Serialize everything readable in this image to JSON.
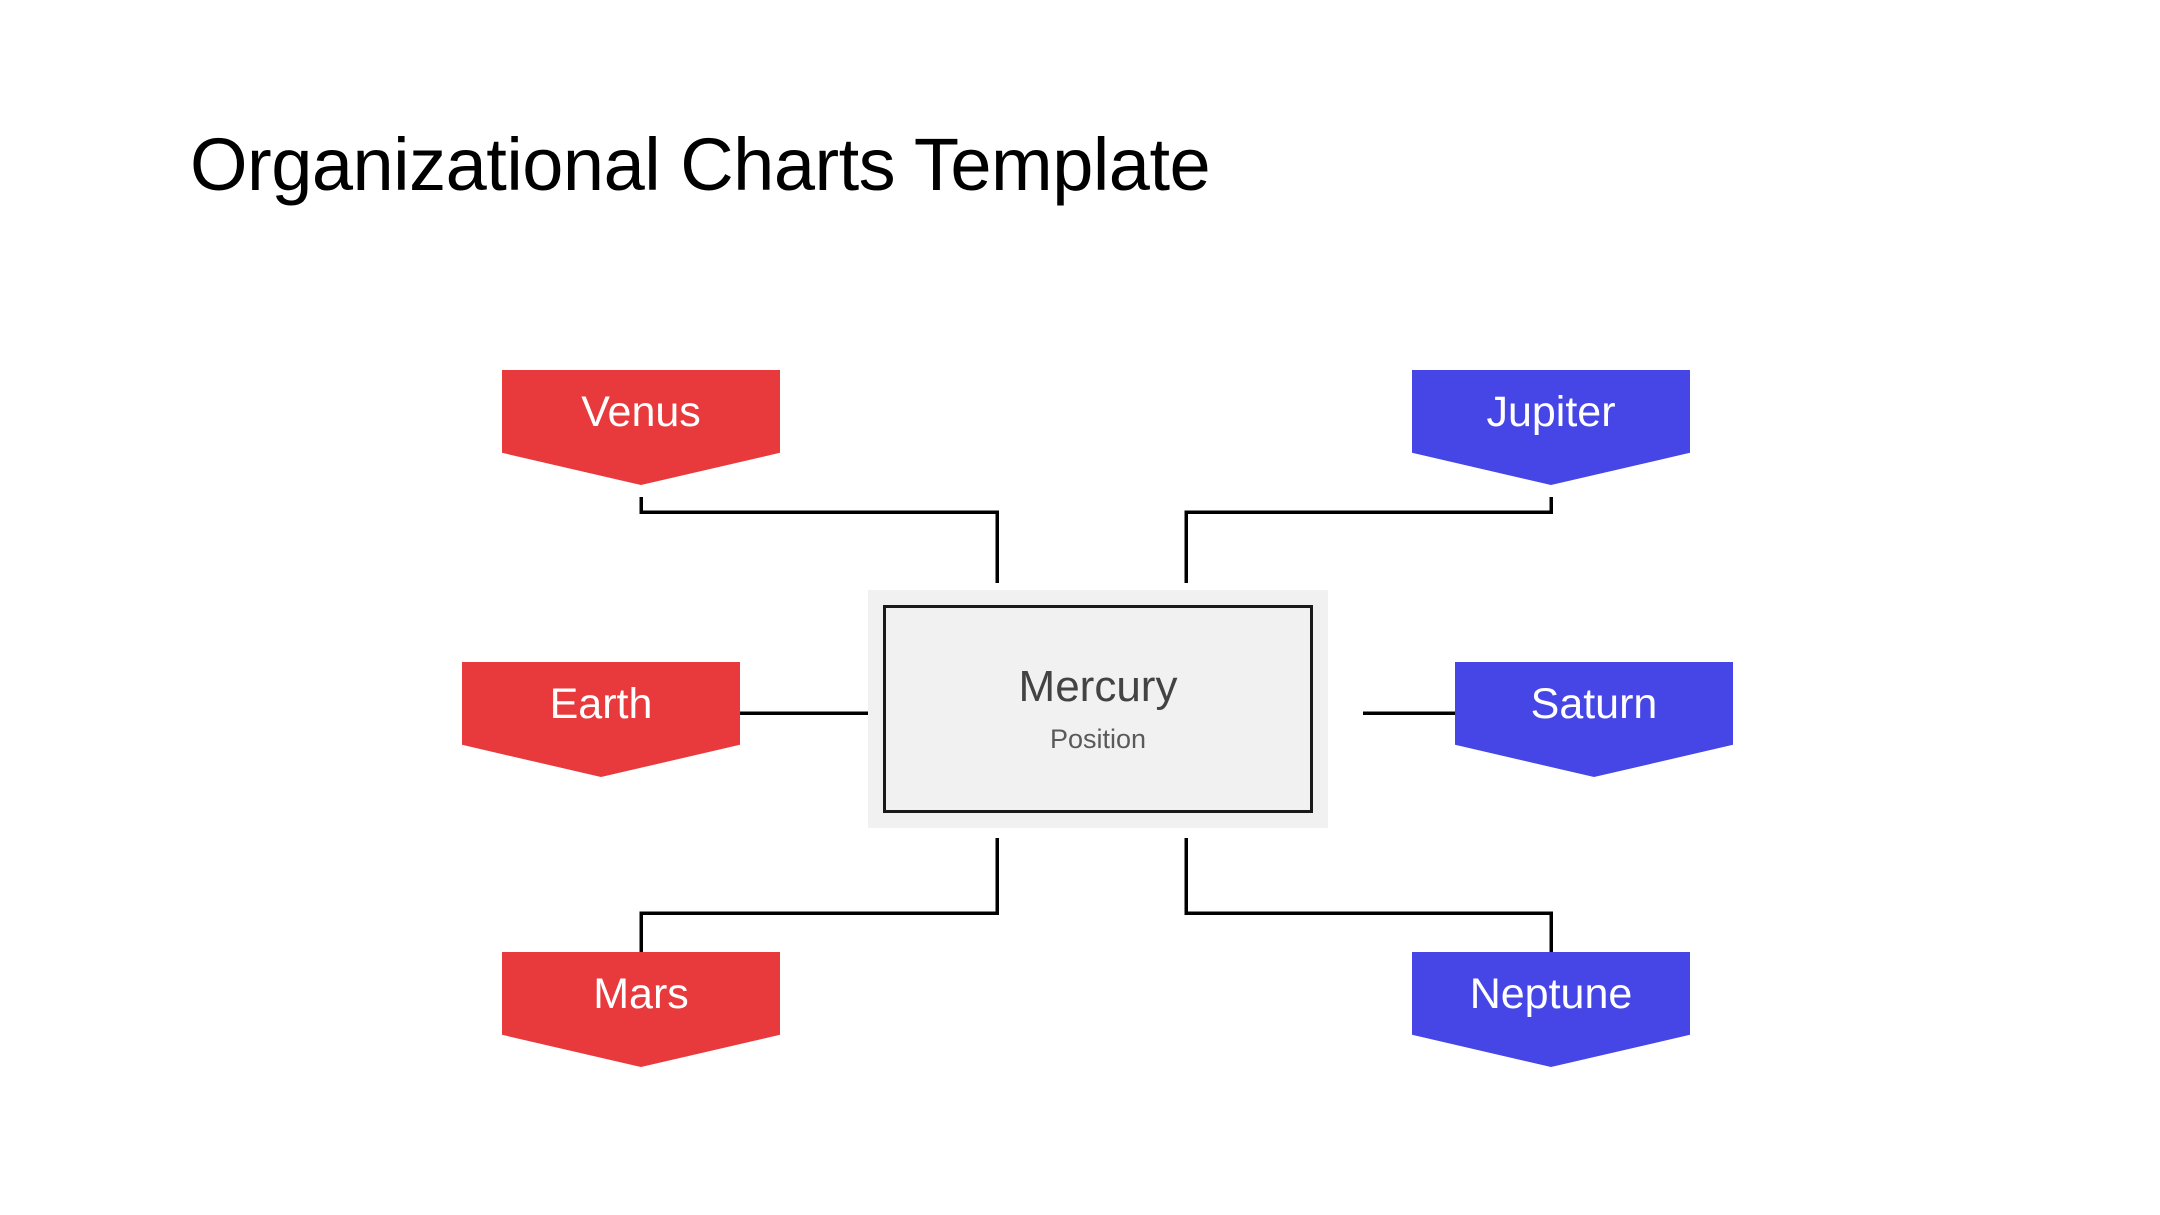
{
  "slide": {
    "title": "Organizational Charts Template",
    "background_color": "#ffffff"
  },
  "palette": {
    "red": "#e8393c",
    "blue": "#4646e6",
    "root_panel": "#f1f1f1",
    "root_border": "#1a1a1a",
    "connector": "#000000",
    "title_text": "#000000",
    "root_title_text": "#434343",
    "root_subtitle_text": "#5a5a5a",
    "leaf_text": "#ffffff"
  },
  "chart_data": {
    "type": "diagram",
    "diagram_kind": "organizational-chart",
    "title": "Organizational Charts Template",
    "root": {
      "id": "mercury",
      "name": "Mercury",
      "subtitle": "Position",
      "shape": "rectangle",
      "fill": "#f1f1f1",
      "border": "#1a1a1a",
      "text_color": "#434343"
    },
    "nodes": [
      {
        "id": "venus",
        "name": "Venus",
        "side": "left",
        "row": "top",
        "color": "#e8393c",
        "shape": "pennant",
        "connector": "elbow-down"
      },
      {
        "id": "earth",
        "name": "Earth",
        "side": "left",
        "row": "middle",
        "color": "#e8393c",
        "shape": "pennant",
        "connector": "straight-horizontal"
      },
      {
        "id": "mars",
        "name": "Mars",
        "side": "left",
        "row": "bottom",
        "color": "#e8393c",
        "shape": "pennant",
        "connector": "elbow-down"
      },
      {
        "id": "jupiter",
        "name": "Jupiter",
        "side": "right",
        "row": "top",
        "color": "#4646e6",
        "shape": "pennant",
        "connector": "elbow-down"
      },
      {
        "id": "saturn",
        "name": "Saturn",
        "side": "right",
        "row": "middle",
        "color": "#4646e6",
        "shape": "pennant",
        "connector": "straight-horizontal"
      },
      {
        "id": "neptune",
        "name": "Neptune",
        "side": "right",
        "row": "bottom",
        "color": "#4646e6",
        "shape": "pennant",
        "connector": "elbow-down"
      }
    ],
    "edges": [
      {
        "from": "venus",
        "to": "mercury"
      },
      {
        "from": "earth",
        "to": "mercury"
      },
      {
        "from": "mars",
        "to": "mercury"
      },
      {
        "from": "jupiter",
        "to": "mercury"
      },
      {
        "from": "saturn",
        "to": "mercury"
      },
      {
        "from": "neptune",
        "to": "mercury"
      }
    ]
  }
}
